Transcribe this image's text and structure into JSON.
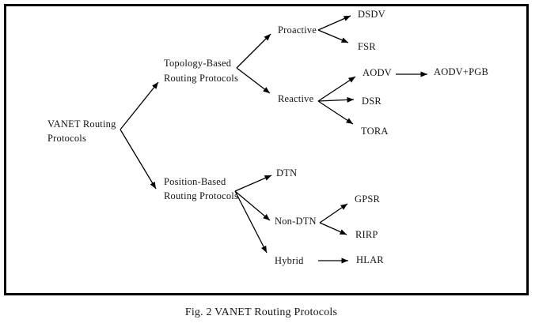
{
  "figure_caption": "Fig. 2 VANET Routing Protocols",
  "tree": {
    "root": {
      "line1": "VANET Routing",
      "line2": "Protocols"
    },
    "topology": {
      "line1": "Topology-Based",
      "line2": "Routing Protocols"
    },
    "position": {
      "line1": "Position-Based",
      "line2": "Routing Protocols"
    },
    "proactive": {
      "label": "Proactive"
    },
    "reactive": {
      "label": "Reactive"
    },
    "dsdv": {
      "label": "DSDV"
    },
    "fsr": {
      "label": "FSR"
    },
    "aodv": {
      "label": "AODV"
    },
    "aodv_pgb": {
      "label": "AODV+PGB"
    },
    "dsr": {
      "label": "DSR"
    },
    "tora": {
      "label": "TORA"
    },
    "dtn": {
      "label": "DTN"
    },
    "non_dtn": {
      "label": "Non-DTN"
    },
    "gpsr": {
      "label": "GPSR"
    },
    "rirp": {
      "label": "RIRP"
    },
    "hybrid": {
      "label": "Hybrid"
    },
    "hlar": {
      "label": "HLAR"
    }
  },
  "colors": {
    "line": "#000000",
    "frame": "#000000",
    "text": "#141414",
    "background": "#ffffff"
  }
}
